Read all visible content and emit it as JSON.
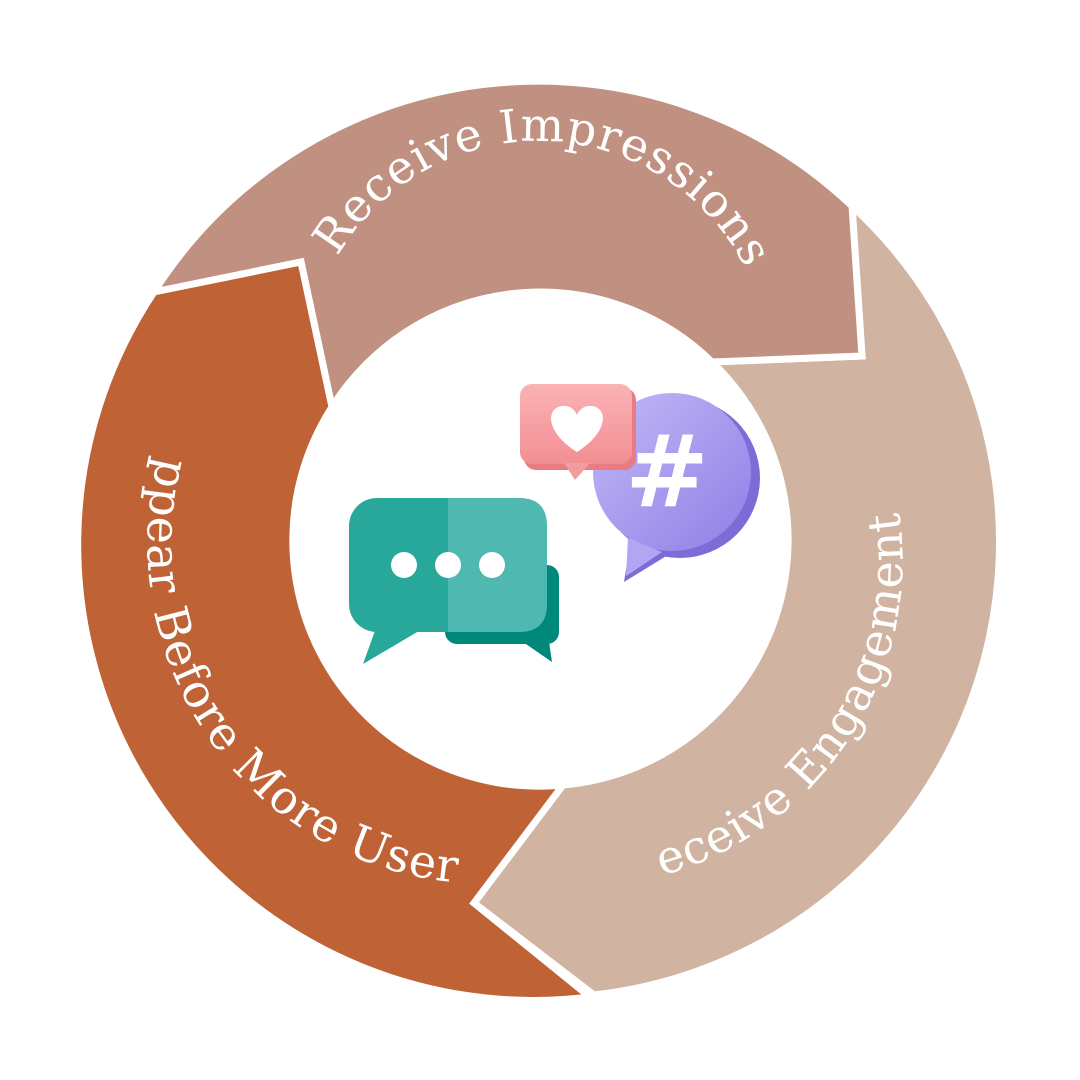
{
  "cycle": {
    "segments": [
      {
        "label": "Receive Impressions",
        "color": "#C09080"
      },
      {
        "label": "Receive Engagements",
        "color": "#D0B3A0"
      },
      {
        "label": "Appear Before More Users",
        "color": "#BF6235"
      }
    ],
    "label_color": "#FFFFFF",
    "separator_color": "#FFFFFF"
  },
  "center": {
    "chat_bubble_color": "#27A89A",
    "chat_bubble_light_color": "#4FB8B0",
    "chat_bubble_dark_color": "#00897B",
    "heart_bubble_color": "#F9A3A6",
    "hashtag_bubble_color": "#A99AF0",
    "hashtag_symbol": "#"
  }
}
